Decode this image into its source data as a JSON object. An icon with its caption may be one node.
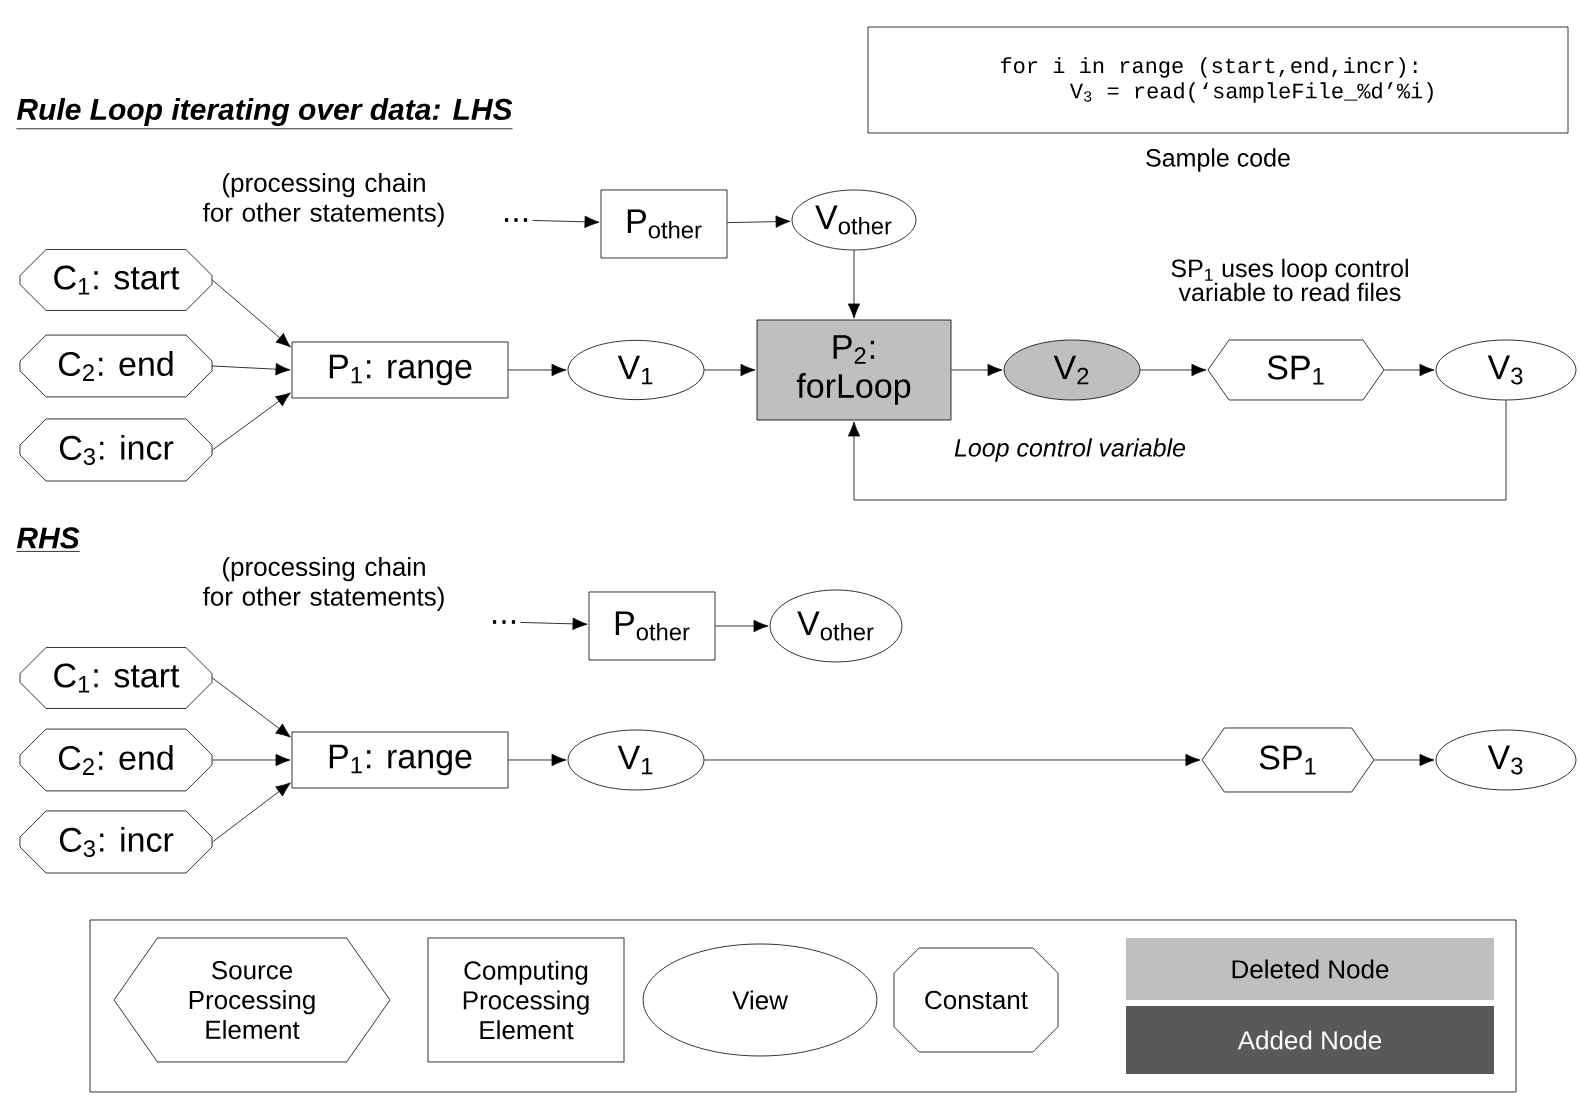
{
  "diagram": {
    "nodes": [
      {
        "text": [
          "for i in range (start,end,incr):",
          "V$_{3}$ = read(‘sampleFile_%d’%i)"
        ]
      },
      {
        "text": [
          "..."
        ]
      },
      {
        "text": [
          "P$_{other}$"
        ]
      },
      {
        "text": [
          "V$_{other}$"
        ]
      },
      {
        "text": [
          "C$_{1}$: start"
        ]
      },
      {
        "text": [
          "C$_{2}$: end"
        ]
      },
      {
        "text": [
          "C$_{3}$: incr"
        ]
      },
      {
        "text": [
          "P$_{1}$: range"
        ]
      },
      {
        "text": [
          "V$_{1}$"
        ]
      },
      {
        "text": [
          "P$_{2}$: forLoop"
        ]
      },
      {
        "text": [
          "V$_{2}$"
        ]
      },
      {
        "text": [
          "SP$_{1}$"
        ],
        "beside": [
          "SP$_{1}$ uses loop control variable to read files"
        ]
      },
      {
        "text": [
          "V$_{3}$"
        ]
      },
      {
        "text": [
          "..."
        ]
      },
      {
        "text": [
          "P$_{other}$"
        ]
      },
      {
        "text": [
          "V$_{other}$"
        ]
      },
      {
        "text": [
          "C$_{1}$: start"
        ]
      },
      {
        "text": [
          "C$_{2}$: end"
        ]
      },
      {
        "text": [
          "C$_{3}$: incr"
        ]
      },
      {
        "text": [
          "P$_{1}$: range"
        ]
      },
      {
        "text": [
          "V$_{1}$"
        ]
      },
      {
        "text": [
          "SP$_{1}$"
        ]
      },
      {
        "text": [
          "V$_{3}$"
        ]
      },
      {
        "text": [
          "Source Processing Element"
        ]
      },
      {
        "text": [
          "Computing Processing Element"
        ]
      },
      {
        "text": [
          "View"
        ]
      },
      {
        "text": [
          "Constant"
        ]
      }
    ],
    "edges": [
      {
        "from": 1,
        "to": 2,
        "arrow": "to"
      },
      {
        "from": 2,
        "to": 3,
        "arrow": "to"
      },
      {
        "from": 3,
        "to": 9,
        "arrow": "to"
      },
      {
        "from": 4,
        "to": 7,
        "arrow": "to"
      },
      {
        "from": 5,
        "to": 7,
        "arrow": "to"
      },
      {
        "from": 6,
        "to": 7,
        "arrow": "to"
      },
      {
        "from": 7,
        "to": 8,
        "arrow": "to"
      },
      {
        "from": 8,
        "to": 9,
        "arrow": "to"
      },
      {
        "from": 9,
        "to": 10,
        "arrow": "to"
      },
      {
        "from": 10,
        "to": 11,
        "arrow": "to"
      },
      {
        "from": 11,
        "to": 12,
        "arrow": "to"
      },
      {
        "from": 12,
        "to": 9,
        "arrow": "to"
      },
      {
        "from": 13,
        "to": 14,
        "arrow": "to"
      },
      {
        "from": 14,
        "to": 15,
        "arrow": "to"
      },
      {
        "from": 16,
        "to": 19,
        "arrow": "to"
      },
      {
        "from": 17,
        "to": 19,
        "arrow": "to"
      },
      {
        "from": 18,
        "to": 19,
        "arrow": "to"
      },
      {
        "from": 19,
        "to": 20,
        "arrow": "to"
      },
      {
        "from": 20,
        "to": 21,
        "arrow": "to"
      },
      {
        "from": 21,
        "to": 22,
        "arrow": "to"
      }
    ],
    "labels": [
      "Sample code",
      "Rule Loop iterating over data: LHS",
      "(processing chain for other statements)",
      "Loop control variable",
      "RHS",
      "(processing chain for other statements)"
    ],
    "legend": [
      {
        "text": "Deleted Node",
        "color": "#bfbfbf"
      },
      {
        "text": "Added Node",
        "color": "#595959"
      }
    ]
  }
}
